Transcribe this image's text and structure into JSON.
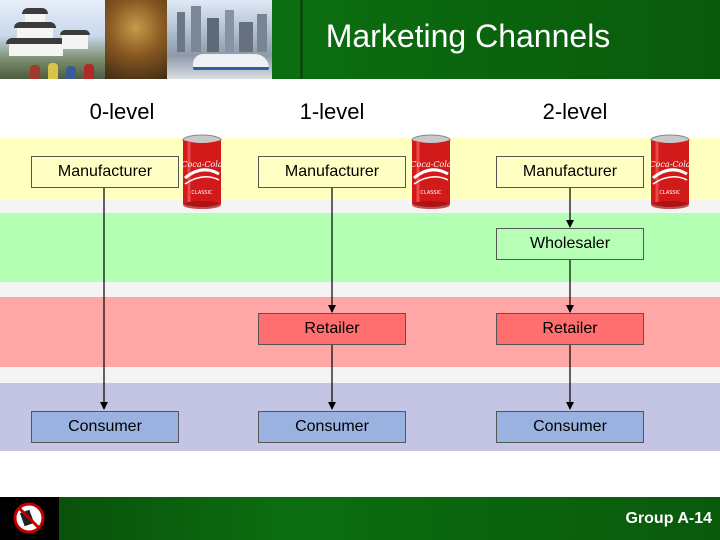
{
  "header": {
    "title": "Marketing Channels"
  },
  "levels": [
    {
      "label": "0-level"
    },
    {
      "label": "1-level"
    },
    {
      "label": "2-level"
    }
  ],
  "columns": [
    {
      "manufacturer": "Manufacturer",
      "consumer": "Consumer"
    },
    {
      "manufacturer": "Manufacturer",
      "retailer": "Retailer",
      "consumer": "Consumer"
    },
    {
      "manufacturer": "Manufacturer",
      "wholesaler": "Wholesaler",
      "retailer": "Retailer",
      "consumer": "Consumer"
    }
  ],
  "can": {
    "brand": "Coca-Cola",
    "sub": "CLASSIC"
  },
  "footer": {
    "group": "Group A-14"
  },
  "colors": {
    "header_green": "#0b6e10",
    "band_yellow": "#ffffc0",
    "band_green": "#b3ffb3",
    "band_red": "#ffa6a6",
    "band_blue": "#c4c4e4",
    "retailer_box": "#ff6f6f",
    "consumer_box": "#9ab2e0",
    "can_red": "#d21a1a"
  }
}
